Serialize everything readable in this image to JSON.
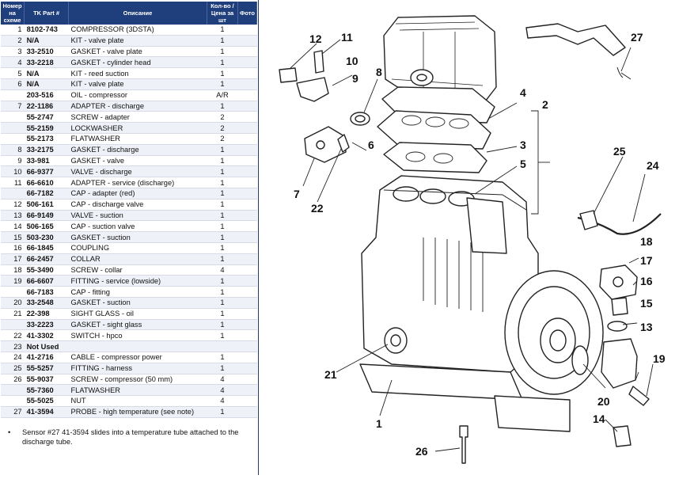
{
  "table": {
    "headers": {
      "num": "Номер на схеме",
      "part": "TK Part #",
      "desc": "Описание",
      "qty": "Кол-во / Цена за шт",
      "photo": "Фото"
    },
    "rows": [
      {
        "num": "1",
        "part": "8102-743",
        "desc": "COMPRESSOR (3DSTA)",
        "qty": "1"
      },
      {
        "num": "2",
        "part": "N/A",
        "desc": "KIT - valve plate",
        "qty": "1"
      },
      {
        "num": "3",
        "part": "33-2510",
        "desc": "GASKET - valve plate",
        "qty": "1"
      },
      {
        "num": "4",
        "part": "33-2218",
        "desc": "GASKET - cylinder head",
        "qty": "1"
      },
      {
        "num": "5",
        "part": "N/A",
        "desc": "KIT - reed suction",
        "qty": "1"
      },
      {
        "num": "6",
        "part": "N/A",
        "desc": "KIT - valve plate",
        "qty": "1"
      },
      {
        "num": "",
        "part": "203-516",
        "desc": "OIL - compressor",
        "qty": "A/R"
      },
      {
        "num": "7",
        "part": "22-1186",
        "desc": "ADAPTER - discharge",
        "qty": "1"
      },
      {
        "num": "",
        "part": "55-2747",
        "desc": "SCREW - adapter",
        "qty": "2"
      },
      {
        "num": "",
        "part": "55-2159",
        "desc": "LOCKWASHER",
        "qty": "2"
      },
      {
        "num": "",
        "part": "55-2173",
        "desc": "FLATWASHER",
        "qty": "2"
      },
      {
        "num": "8",
        "part": "33-2175",
        "desc": "GASKET - discharge",
        "qty": "1"
      },
      {
        "num": "9",
        "part": "33-981",
        "desc": "GASKET - valve",
        "qty": "1"
      },
      {
        "num": "10",
        "part": "66-9377",
        "desc": "VALVE - discharge",
        "qty": "1"
      },
      {
        "num": "11",
        "part": "66-6610",
        "desc": "ADAPTER - service (discharge)",
        "qty": "1"
      },
      {
        "num": "",
        "part": "66-7182",
        "desc": "CAP - adapter (red)",
        "qty": "1"
      },
      {
        "num": "12",
        "part": "506-161",
        "desc": "CAP - discharge valve",
        "qty": "1"
      },
      {
        "num": "13",
        "part": "66-9149",
        "desc": "VALVE - suction",
        "qty": "1"
      },
      {
        "num": "14",
        "part": "506-165",
        "desc": "CAP - suction valve",
        "qty": "1"
      },
      {
        "num": "15",
        "part": "503-230",
        "desc": "GASKET - suction",
        "qty": "1"
      },
      {
        "num": "16",
        "part": "66-1845",
        "desc": "COUPLING",
        "qty": "1"
      },
      {
        "num": "17",
        "part": "66-2457",
        "desc": "COLLAR",
        "qty": "1"
      },
      {
        "num": "18",
        "part": "55-3490",
        "desc": "SCREW - collar",
        "qty": "4"
      },
      {
        "num": "19",
        "part": "66-6607",
        "desc": "FITTING - service (lowside)",
        "qty": "1"
      },
      {
        "num": "",
        "part": "66-7183",
        "desc": "CAP - fitting",
        "qty": "1"
      },
      {
        "num": "20",
        "part": "33-2548",
        "desc": "GASKET - suction",
        "qty": "1"
      },
      {
        "num": "21",
        "part": "22-398",
        "desc": "SIGHT GLASS - oil",
        "qty": "1"
      },
      {
        "num": "",
        "part": "33-2223",
        "desc": "GASKET - sight glass",
        "qty": "1"
      },
      {
        "num": "22",
        "part": "41-3302",
        "desc": "SWITCH - hpco",
        "qty": "1"
      },
      {
        "num": "23",
        "part": "Not Used",
        "desc": "",
        "qty": ""
      },
      {
        "num": "24",
        "part": "41-2716",
        "desc": "CABLE - compressor power",
        "qty": "1"
      },
      {
        "num": "25",
        "part": "55-5257",
        "desc": "FITTING - harness",
        "qty": "1"
      },
      {
        "num": "26",
        "part": "55-9037",
        "desc": "SCREW - compressor (50 mm)",
        "qty": "4"
      },
      {
        "num": "",
        "part": "55-7360",
        "desc": "FLATWASHER",
        "qty": "4"
      },
      {
        "num": "",
        "part": "55-5025",
        "desc": "NUT",
        "qty": "4"
      },
      {
        "num": "27",
        "part": "41-3594",
        "desc": "PROBE - high temperature (see note)",
        "qty": "1"
      }
    ]
  },
  "note": {
    "bullet": "•",
    "text": "Sensor #27 41-3594 slides into a temperature tube attached to the discharge tube."
  },
  "diagram": {
    "callouts": {
      "c1": "1",
      "c2": "2",
      "c3": "3",
      "c4": "4",
      "c5": "5",
      "c6": "6",
      "c7": "7",
      "c8": "8",
      "c9": "9",
      "c10": "10",
      "c11": "11",
      "c12": "12",
      "c13": "13",
      "c14": "14",
      "c15": "15",
      "c16": "16",
      "c17": "17",
      "c18": "18",
      "c19": "19",
      "c20": "20",
      "c21": "21",
      "c22": "22",
      "c24": "24",
      "c25": "25",
      "c26": "26",
      "c27": "27"
    }
  },
  "colors": {
    "header_bg": "#1f3e7c",
    "row_alt": "#eef1f7",
    "line": "#222222"
  }
}
